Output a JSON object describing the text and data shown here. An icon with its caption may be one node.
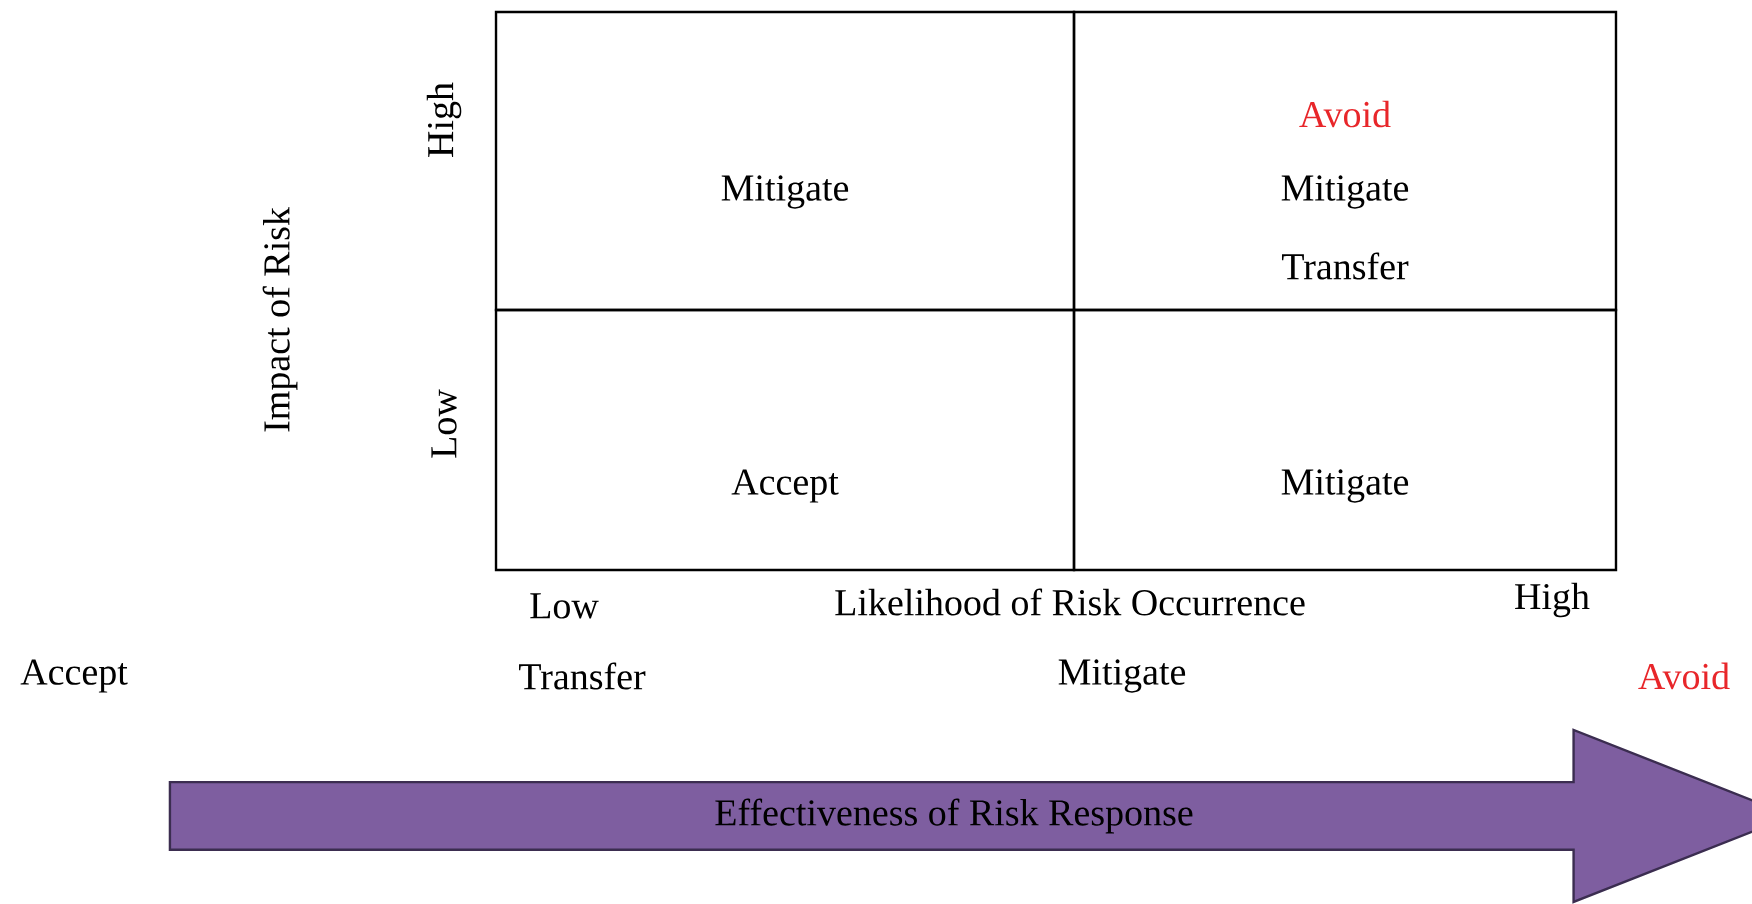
{
  "diagram": {
    "nodes": [
      {
        "text": [
          "Mitigate"
        ]
      },
      {
        "text": [
          "Avoid",
          "Mitigate",
          "Transfer"
        ]
      },
      {
        "text": [
          "Accept"
        ]
      },
      {
        "text": [
          "Mitigate"
        ]
      },
      {
        "text": [
          "Effectiveness of Risk Response"
        ]
      }
    ],
    "labels": [
      "High",
      "Low",
      "Impact of Risk",
      "Low",
      "Likelihood of Risk Occurrence",
      "High",
      "Accept",
      "Transfer",
      "Mitigate",
      "Avoid"
    ]
  }
}
